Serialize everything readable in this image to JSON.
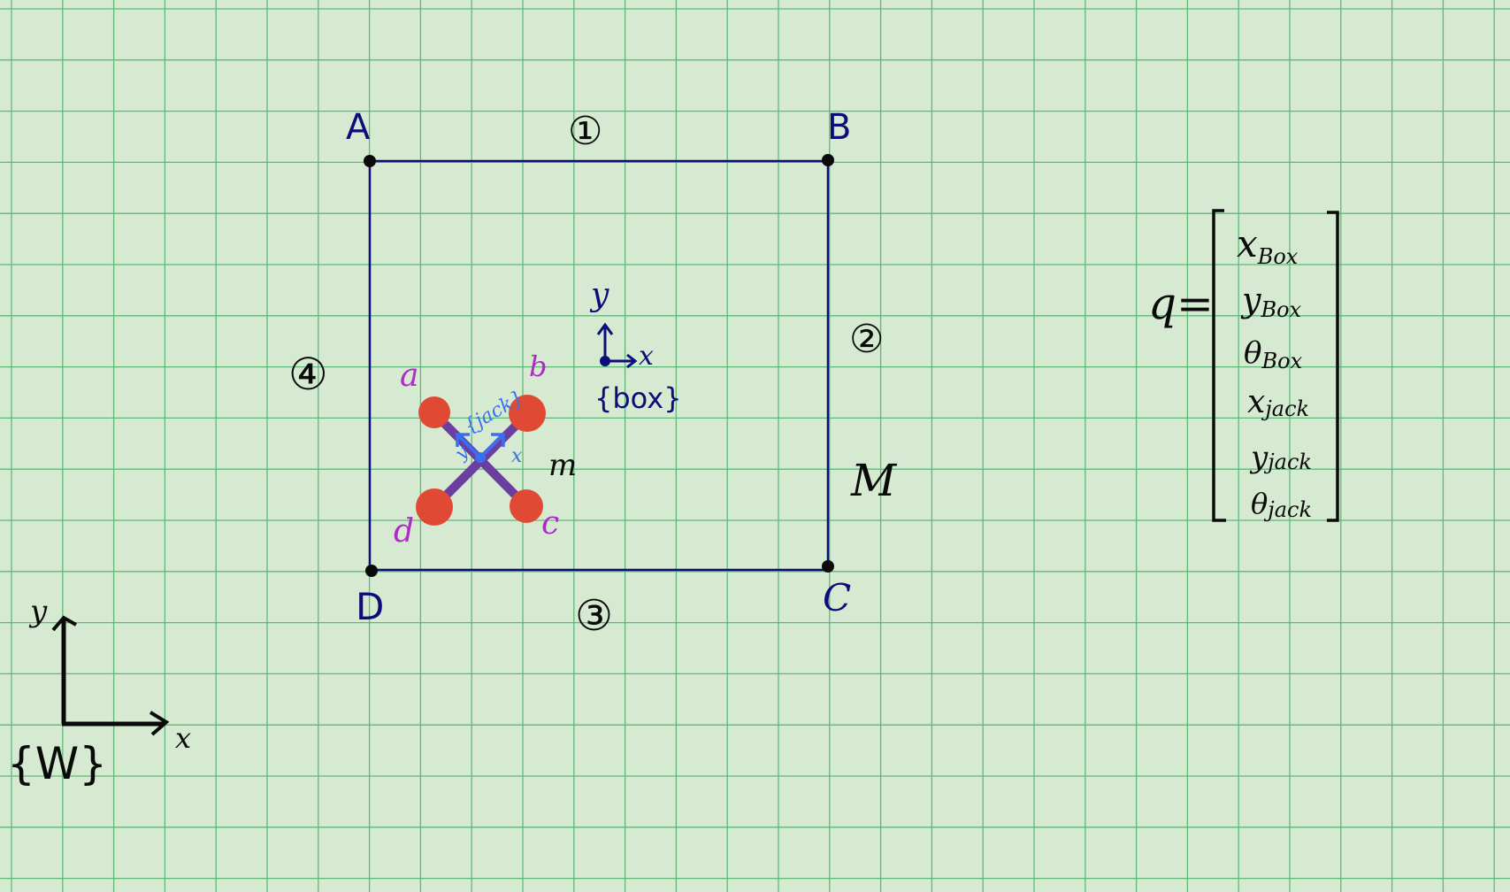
{
  "colors": {
    "background": "#d5ead0",
    "grid": "#5fb87a",
    "box": "#0d0d7a",
    "jack_arm": "#6a3fa0",
    "jack_ball": "#e04a35",
    "jack_frame": "#3a6ff0",
    "jack_label": "#b02ac8",
    "ink": "#0a0a0a"
  },
  "box": {
    "corners": {
      "a": "A",
      "b": "B",
      "c": "C",
      "d": "D"
    },
    "sides": {
      "top": "①",
      "right": "②",
      "bottom": "③",
      "left": "④"
    },
    "mass": "M",
    "frame": {
      "x_axis": "x",
      "y_axis": "y",
      "name": "{box}"
    }
  },
  "jack": {
    "ends": {
      "top_left": "a",
      "top_right": "b",
      "bottom_right": "c",
      "bottom_left": "d"
    },
    "mass": "m",
    "frame": {
      "x_axis": "x",
      "y_axis": "y",
      "name": "{jack}"
    }
  },
  "world_frame": {
    "x_axis": "x",
    "y_axis": "y",
    "name": "{W}"
  },
  "state_vector": {
    "lhs": "q=",
    "entries": [
      {
        "base": "x",
        "sub": "Box"
      },
      {
        "base": "y",
        "sub": "Box"
      },
      {
        "base": "θ",
        "sub": "Box"
      },
      {
        "base": "x",
        "sub": "jack"
      },
      {
        "base": "y",
        "sub": "jack"
      },
      {
        "base": "θ",
        "sub": "jack"
      }
    ]
  }
}
